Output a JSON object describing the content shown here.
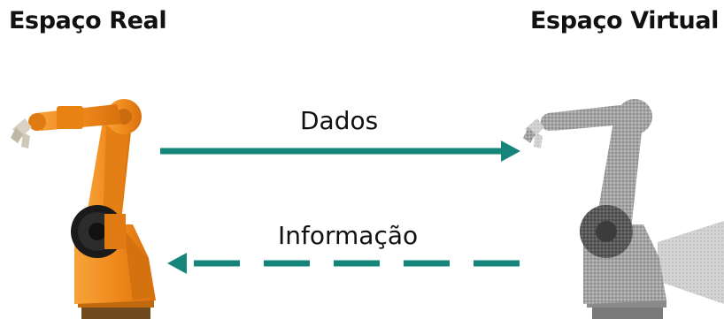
{
  "titles": {
    "real": "Espaço Real",
    "virtual": "Espaço Virtual"
  },
  "flows": {
    "forward": "Dados",
    "backward": "Informação"
  },
  "colors": {
    "arrow": "#15847a",
    "robot_real": "#f08a1c",
    "robot_virtual": "#9a9a9a"
  },
  "icons": {
    "real": "industrial-robot-arm-icon",
    "virtual": "digital-twin-robot-arm-icon"
  }
}
